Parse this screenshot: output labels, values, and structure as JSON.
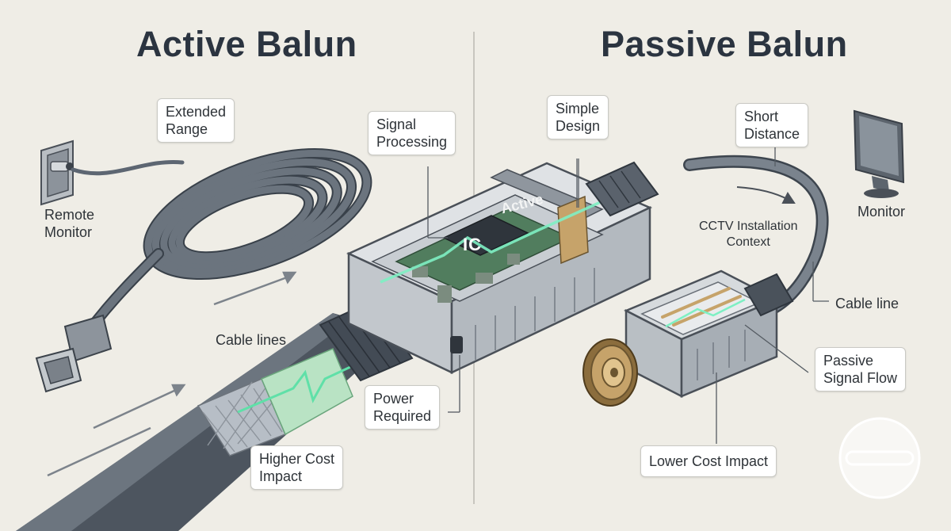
{
  "left_title": "Active Balun",
  "right_title": "Passive Balun",
  "labels": {
    "extended_range": [
      "Extended",
      "Range"
    ],
    "signal_processing": [
      "Signal",
      "Processing"
    ],
    "remote_monitor": [
      "Remote",
      "Monitor"
    ],
    "cable_lines": "Cable lines",
    "power_required": [
      "Power",
      "Required"
    ],
    "higher_cost": [
      "Higher Cost",
      "Impact"
    ],
    "simple_design": [
      "Simple",
      "Design"
    ],
    "short_distance": [
      "Short",
      "Distance"
    ],
    "monitor": "Monitor",
    "cctv_context": [
      "CCTV Installation",
      "Context"
    ],
    "cable_line": "Cable line",
    "passive_flow": [
      "Passive",
      "Signal Flow"
    ],
    "lower_cost": "Lower Cost Impact"
  },
  "chip_labels": {
    "ic": "IC",
    "active": "Active"
  },
  "colors": {
    "background": "#efede6",
    "cable": "#5d6672",
    "housing": "#c7ccd1",
    "pcb": "#4f7a5b",
    "signal": "#7ef0c3",
    "bnc_gold": "#c6a36a"
  }
}
